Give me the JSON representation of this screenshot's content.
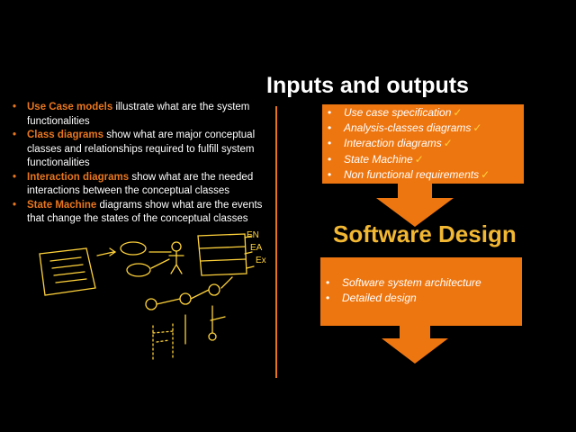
{
  "left_list": [
    {
      "highlight": "Use Case models",
      "rest": " illustrate what are the system functionalities"
    },
    {
      "highlight": "Class diagrams",
      "rest": " show what are major conceptual classes and relationships required to fulfill system functionalities"
    },
    {
      "highlight": "Interaction diagrams",
      "rest": " show what are the needed interactions between the conceptual classes"
    },
    {
      "highlight": "State Machine",
      "rest": " diagrams show what are the events that change the states of the conceptual classes"
    }
  ],
  "title": "Inputs and outputs",
  "inputs": [
    "Use case specification",
    "Analysis-classes diagrams",
    "Interaction diagrams",
    "State Machine",
    "Non functional requirements"
  ],
  "check_mark": "✓",
  "bullet": "•",
  "center_label": "Software Design",
  "outputs": [
    "Software system architecture",
    "Detailed design"
  ],
  "sketch_labels": [
    "EN",
    "EA",
    "Ex"
  ],
  "colors": {
    "accent": "#ee7610",
    "highlight_text": "#e8761f",
    "check": "#ffd23a",
    "heading": "#f2b733",
    "background": "#000000"
  }
}
